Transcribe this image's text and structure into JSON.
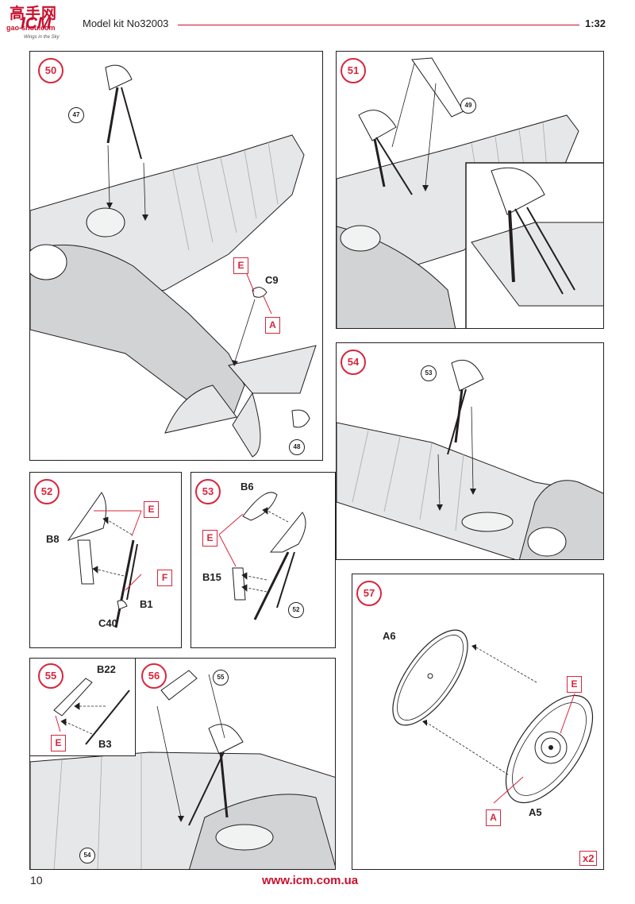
{
  "header": {
    "logo_cn": "高手网",
    "logo_brand": "ICM",
    "logo_url": "gao-shou.com",
    "logo_tagline": "Wings in the Sky",
    "kit_title": "Model kit No32003",
    "scale": "1:32"
  },
  "steps": {
    "s50": {
      "num": "50",
      "ref1": "47",
      "ref2": "48",
      "part": "C9",
      "paint1": "E",
      "paint2": "A"
    },
    "s51": {
      "num": "51",
      "ref": "49"
    },
    "s54": {
      "num": "54",
      "ref": "53"
    },
    "s52": {
      "num": "52",
      "part1": "B8",
      "part2": "B1",
      "part3": "C40",
      "paint1": "E",
      "paint2": "F"
    },
    "s53": {
      "num": "53",
      "ref": "52",
      "part1": "B6",
      "part2": "B15",
      "paint": "E"
    },
    "s57": {
      "num": "57",
      "part1": "A6",
      "part2": "A5",
      "paint1": "E",
      "paint2": "A",
      "multiplier": "x2"
    },
    "s55": {
      "num": "55",
      "part1": "B22",
      "part2": "B3",
      "paint": "E"
    },
    "s56": {
      "num": "56",
      "ref1": "55",
      "ref2": "54"
    }
  },
  "footer": {
    "page_number": "10",
    "url": "www.icm.com.ua"
  },
  "colors": {
    "accent_red": "#c8102e",
    "callout_red": "#d7263d",
    "line": "#231f20",
    "shade": "#e6e7e8"
  }
}
